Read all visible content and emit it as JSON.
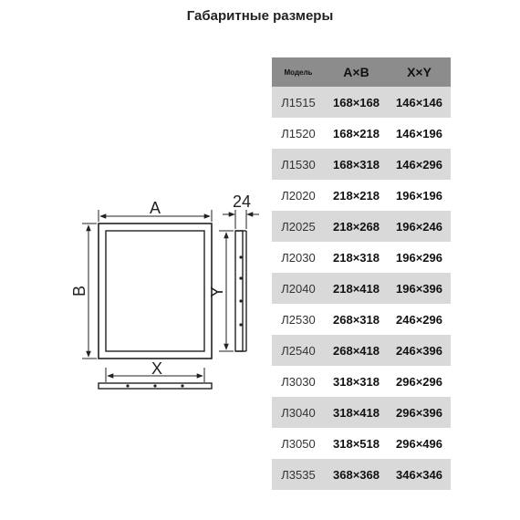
{
  "title": "Габаритные размеры",
  "drawing": {
    "label_a": "A",
    "label_b": "B",
    "label_x": "X",
    "label_y": "Y",
    "label_depth": "24"
  },
  "table": {
    "headers": {
      "model": "Модель",
      "ab": "A×B",
      "xy": "X×Y"
    },
    "rows": [
      {
        "model": "Л1515",
        "ab": "168×168",
        "xy": "146×146"
      },
      {
        "model": "Л1520",
        "ab": "168×218",
        "xy": "146×196"
      },
      {
        "model": "Л1530",
        "ab": "168×318",
        "xy": "146×296"
      },
      {
        "model": "Л2020",
        "ab": "218×218",
        "xy": "196×196"
      },
      {
        "model": "Л2025",
        "ab": "218×268",
        "xy": "196×246"
      },
      {
        "model": "Л2030",
        "ab": "218×318",
        "xy": "196×296"
      },
      {
        "model": "Л2040",
        "ab": "218×418",
        "xy": "196×396"
      },
      {
        "model": "Л2530",
        "ab": "268×318",
        "xy": "246×296"
      },
      {
        "model": "Л2540",
        "ab": "268×418",
        "xy": "246×396"
      },
      {
        "model": "Л3030",
        "ab": "318×318",
        "xy": "296×296"
      },
      {
        "model": "Л3040",
        "ab": "318×418",
        "xy": "296×396"
      },
      {
        "model": "Л3050",
        "ab": "318×518",
        "xy": "296×496"
      },
      {
        "model": "Л3535",
        "ab": "368×368",
        "xy": "346×346"
      }
    ]
  }
}
